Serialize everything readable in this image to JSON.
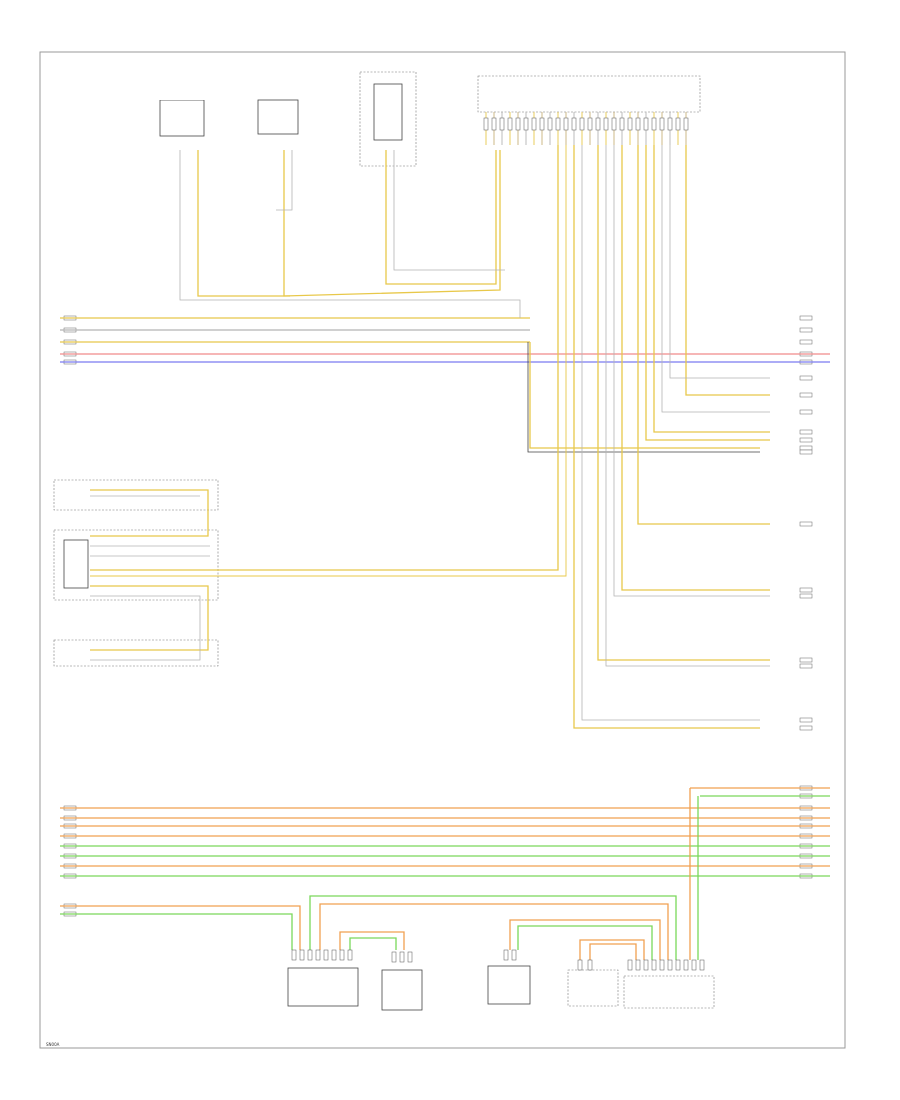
{
  "diagram_id": "SN00A",
  "colors": {
    "yellow": "#e8c84a",
    "tan": "#c9b27a",
    "grey": "#b4b4b4",
    "red": "#f08a8a",
    "blue": "#7a7af0",
    "orange": "#f0a050",
    "green": "#7ad85a",
    "black": "#444444"
  },
  "lines": {
    "top_bus": [
      "yellow",
      "grey",
      "yellow",
      "red",
      "blue"
    ],
    "bottom_bus": [
      "orange",
      "orange",
      "orange",
      "orange",
      "green",
      "green",
      "orange",
      "green"
    ]
  }
}
